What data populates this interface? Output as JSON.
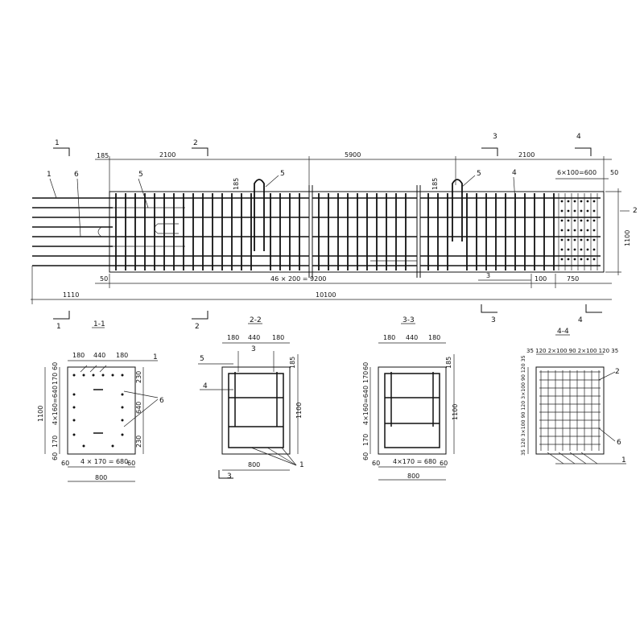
{
  "sections": {
    "s1": "1",
    "s2": "2",
    "s3": "3",
    "s4": "4",
    "cut11": "1-1",
    "cut22": "2-2",
    "cut33": "3-3",
    "cut44": "4-4"
  },
  "elevation": {
    "top_dims": [
      "185",
      "2100",
      "5900",
      "2100",
      "6×100=600",
      "50"
    ],
    "lead_185a": "185",
    "lead_185b": "185",
    "bottom_50": "50",
    "bottom_mid": "46 × 200 = 9200",
    "bottom_100": "100",
    "bottom_750": "750",
    "total_left": "1110",
    "total": "10100",
    "height": "1100",
    "marks": {
      "m1": "1",
      "m6": "6",
      "m5a": "5",
      "m5b": "5",
      "m5c": "5",
      "m4": "4",
      "m2": "2",
      "m3": "3"
    }
  },
  "sec11": {
    "top": [
      "180",
      "440",
      "180"
    ],
    "mark1": "1",
    "right_230a": "230",
    "right_640": "640",
    "right_230b": "230",
    "mark6": "6",
    "left_60a": "60",
    "left_170a": "170",
    "left_mid": "4×160=640",
    "left_170b": "170",
    "left_60b": "60",
    "height": "1100",
    "bottom_60a": "60",
    "bottom_mid": "4 × 170 = 680",
    "bottom_60b": "60",
    "width": "800"
  },
  "sec22": {
    "top": [
      "180",
      "440",
      "180"
    ],
    "mark3": "3",
    "mark5": "5",
    "mark4": "4",
    "right_185": "185",
    "height": "1100",
    "width": "800",
    "mark1": "1",
    "mark3b": "3"
  },
  "sec33": {
    "top": [
      "180",
      "440",
      "180"
    ],
    "right_185": "185",
    "left_60a": "60",
    "left_170a": "170",
    "left_mid": "4×160=640",
    "left_170b": "170",
    "left_60b": "60",
    "height": "1100",
    "bottom_60a": "60",
    "bottom_mid": "4×170 = 680",
    "bottom_60b": "60",
    "width": "800"
  },
  "sec44": {
    "top": "35 120 2×100 90 2×100 120 35",
    "left": "35 120 3×100 90 120 3×100 90 120 35",
    "mark2": "2",
    "mark6": "6",
    "mark1": "1"
  }
}
